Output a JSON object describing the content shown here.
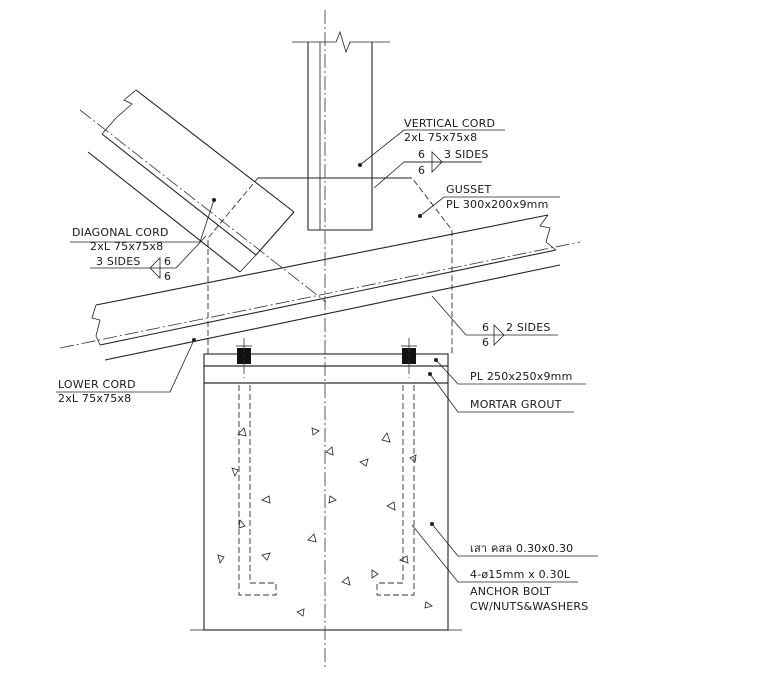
{
  "labels": {
    "vertical_cord": {
      "title": "VERTICAL CORD",
      "size": "2xL 75x75x8",
      "weld_top": "6",
      "weld_bottom": "6",
      "weld_note": "3 SIDES"
    },
    "gusset": {
      "title": "GUSSET",
      "size": "PL 300x200x9mm"
    },
    "diagonal_cord": {
      "title": "DIAGONAL CORD",
      "size": "2xL 75x75x8",
      "weld_note": "3 SIDES",
      "weld_top": "6",
      "weld_bottom": "6"
    },
    "lower_weld": {
      "weld_top": "6",
      "weld_bottom": "6",
      "weld_note": "2 SIDES"
    },
    "lower_cord": {
      "title": "LOWER CORD",
      "size": "2xL 75x75x8"
    },
    "base_plate": {
      "text": "PL 250x250x9mm"
    },
    "mortar": {
      "text": "MORTAR GROUT"
    },
    "column": {
      "text": "เสา คสล 0.30x0.30"
    },
    "anchor": {
      "line1": "4-ø15mm x 0.30L",
      "line2": "ANCHOR BOLT",
      "line3": "CW/NUTS&WASHERS"
    }
  },
  "colors": {
    "line": "#222222",
    "bolt": "#111111",
    "background": "#ffffff"
  }
}
